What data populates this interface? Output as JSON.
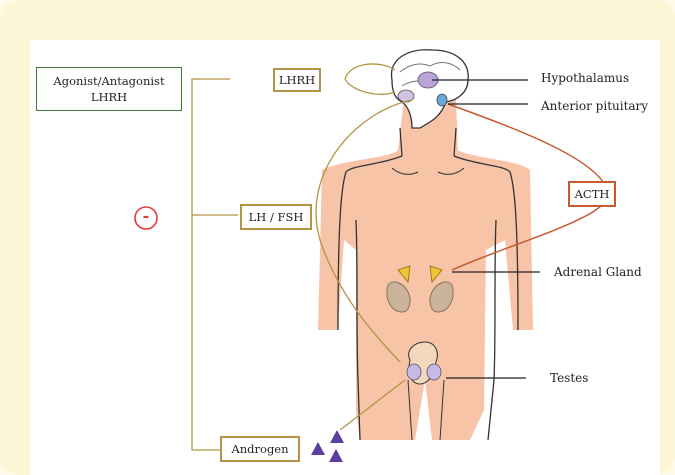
{
  "boxes": {
    "agonist_line1": "Agonist/Antagonist",
    "agonist_line2": "LHRH",
    "lhrh": "LHRH",
    "lhfsh": "LH / FSH",
    "acth": "ACTH",
    "androgen": "Androgen"
  },
  "labels": {
    "hypothalamus": "Hypothalamus",
    "anterior_pituitary": "Anterior pituitary",
    "adrenal_gland": "Adrenal Gland",
    "testes": "Testes"
  },
  "inhibit_symbol": "-",
  "colors": {
    "frame_bg": "#fdf7d8",
    "agonist_border": "#3d7a3a",
    "gold_line": "#b39446",
    "acth_line": "#c75a2e",
    "skin": "#f7c4a8",
    "inhibit_red": "#e03a3a",
    "triangles": "#5b3ea0"
  },
  "icons": [
    "brain-icon",
    "adrenal-gland-icon",
    "testes-icon",
    "androgen-molecule-icon",
    "inhibition-icon"
  ]
}
